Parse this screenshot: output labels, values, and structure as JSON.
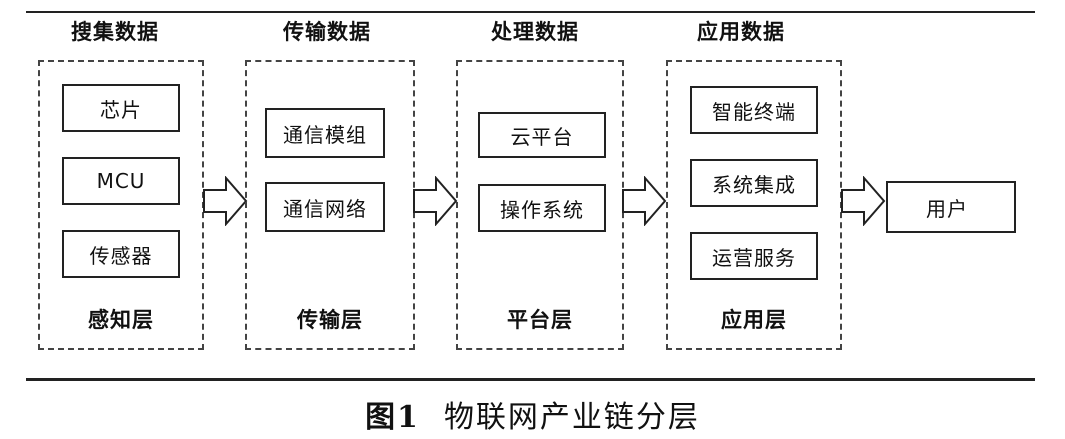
{
  "columns": [
    {
      "title": "搜集数据",
      "layer": "感知层",
      "items": [
        "芯片",
        "MCU",
        "传感器"
      ]
    },
    {
      "title": "传输数据",
      "layer": "传输层",
      "items": [
        "通信模组",
        "通信网络"
      ]
    },
    {
      "title": "处理数据",
      "layer": "平台层",
      "items": [
        "云平台",
        "操作系统"
      ]
    },
    {
      "title": "应用数据",
      "layer": "应用层",
      "items": [
        "智能终端",
        "系统集成",
        "运营服务"
      ]
    }
  ],
  "user_box": "用户",
  "caption": {
    "fig": "图1",
    "text": "物联网产业链分层"
  }
}
